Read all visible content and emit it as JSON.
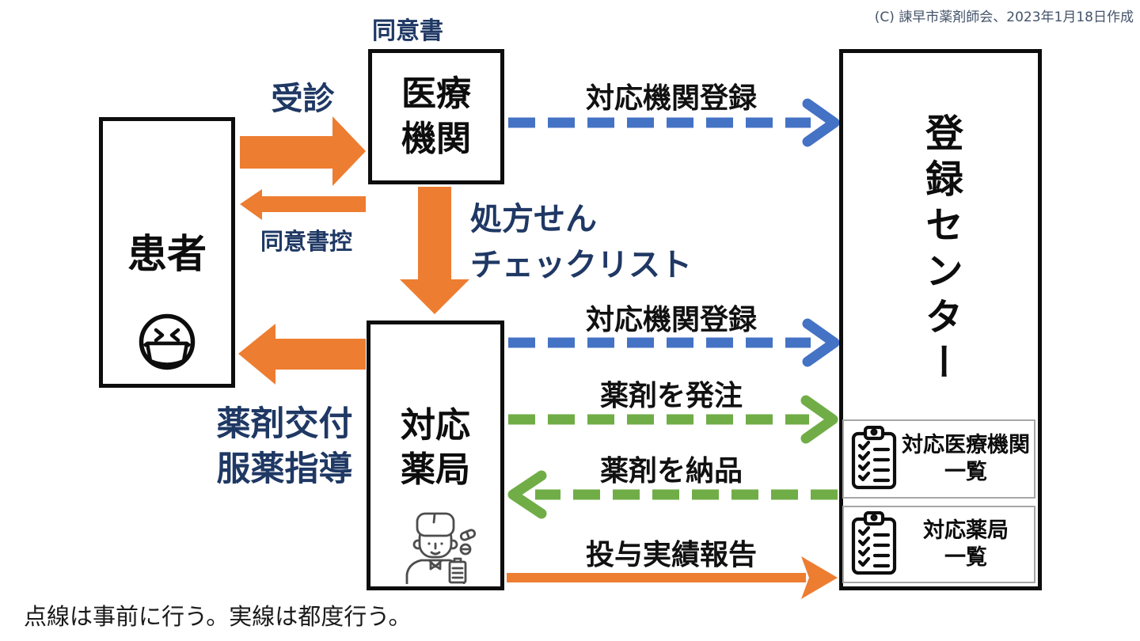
{
  "copyright": "(C) 諫早市薬剤師会、2023年1月18日作成",
  "footnote": "点線は事前に行う。実線は都度行う。",
  "nodes": {
    "patient": {
      "label": "患者"
    },
    "medical": {
      "annotation": "同意書",
      "label_lines": [
        "医療",
        "機関"
      ]
    },
    "pharmacy": {
      "label_lines": [
        "対応",
        "薬局"
      ]
    },
    "center": {
      "label": "登録センター",
      "lists": [
        {
          "lines": [
            "対応医療機関",
            "一覧"
          ]
        },
        {
          "lines": [
            "対応薬局",
            "一覧"
          ]
        }
      ]
    }
  },
  "flows": {
    "visit": {
      "label": "受診"
    },
    "consent_copy": {
      "label": "同意書控"
    },
    "prescription": {
      "lines": [
        "処方せん",
        "チェックリスト"
      ]
    },
    "dispensing": {
      "lines": [
        "薬剤交付",
        "服薬指導"
      ]
    },
    "register_medical": {
      "label": "対応機関登録"
    },
    "register_pharmacy": {
      "label": "対応機関登録"
    },
    "order": {
      "label": "薬剤を発注"
    },
    "deliver": {
      "label": "薬剤を納品"
    },
    "report": {
      "label": "投与実績報告"
    }
  },
  "icons": {
    "patient": "masked-face-icon",
    "pharmacy": "pharmacist-icon",
    "lists": "clipboard-checklist-icon"
  },
  "colors": {
    "orange": "#ED7D31",
    "blue": "#4472C4",
    "green": "#70AD47",
    "navy": "#1F3864",
    "ink": "#111111",
    "muted": "#44546A",
    "card-border": "#A6A6A6"
  }
}
